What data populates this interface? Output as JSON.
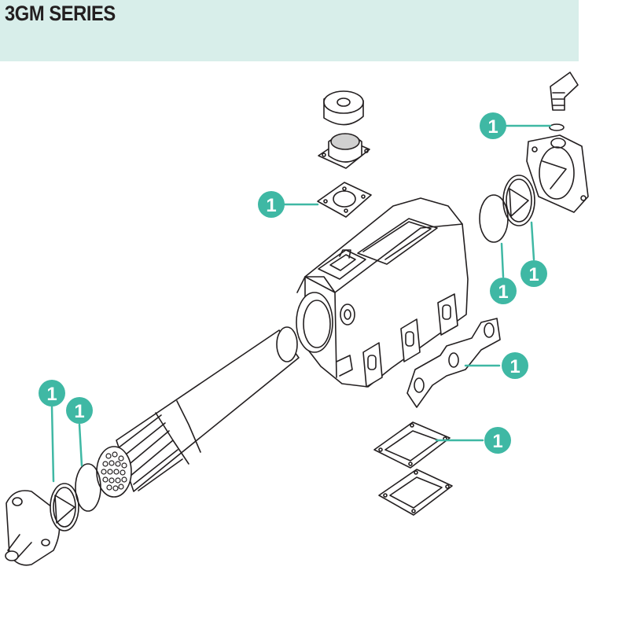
{
  "header": {
    "title": "3GM SERIES",
    "background_color": "#d8eeea"
  },
  "diagram": {
    "callout_color": "#3fb8a4",
    "line_color": "#231f20",
    "callouts": [
      {
        "id": "callout-top-gasket",
        "label": "1"
      },
      {
        "id": "callout-elbow-oring",
        "label": "1"
      },
      {
        "id": "callout-end-oring",
        "label": "1"
      },
      {
        "id": "callout-end-gasket",
        "label": "1"
      },
      {
        "id": "callout-manifold-gasket",
        "label": "1"
      },
      {
        "id": "callout-flange-gasket",
        "label": "1"
      },
      {
        "id": "callout-cover-gasket",
        "label": "1"
      },
      {
        "id": "callout-cover-oring",
        "label": "1"
      }
    ]
  }
}
